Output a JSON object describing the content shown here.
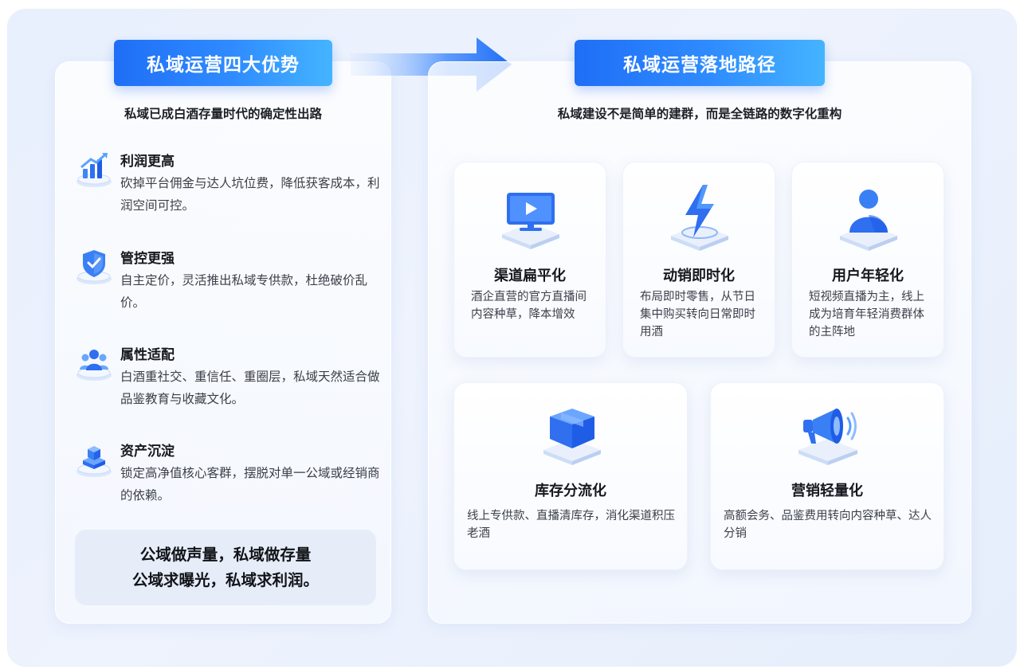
{
  "left": {
    "tag": "私域运营四大优势",
    "subtitle": "私域已成白酒存量时代的确定性出路",
    "advantages": [
      {
        "title": "利润更高",
        "desc": "砍掉平台佣金与达人坑位费，降低获客成本，利润空间可控。",
        "icon": "growth-chart-icon"
      },
      {
        "title": "管控更强",
        "desc": "自主定价，灵活推出私域专供款，杜绝破价乱价。",
        "icon": "shield-check-icon"
      },
      {
        "title": "属性适配",
        "desc": "白酒重社交、重信任、重圈层，私域天然适合做品鉴教育与收藏文化。",
        "icon": "user-group-icon"
      },
      {
        "title": "资产沉淀",
        "desc": "锁定高净值核心客群，摆脱对单一公域或经销商的依赖。",
        "icon": "stacked-blocks-icon"
      }
    ],
    "slogan": [
      "公域做声量，私域做存量",
      "公域求曝光，私域求利润。"
    ]
  },
  "right": {
    "tag": "私域运营落地路径",
    "subtitle": "私域建设不是简单的建群，而是全链路的数字化重构",
    "cards": [
      {
        "title": "渠道扁平化",
        "desc": "酒企直营的官方直播间内容种草，降本增效",
        "icon": "monitor-play-icon"
      },
      {
        "title": "动销即时化",
        "desc": "布局即时零售，从节日集中购买转向日常即时用酒",
        "icon": "lightning-icon"
      },
      {
        "title": "用户年轻化",
        "desc": "短视频直播为主，线上成为培育年轻消费群体的主阵地",
        "icon": "user-icon"
      },
      {
        "title": "库存分流化",
        "desc": "线上专供款、直播清库存，消化渠道积压老酒",
        "icon": "box-icon"
      },
      {
        "title": "营销轻量化",
        "desc": "高额会务、品鉴费用转向内容种草、达人分销",
        "icon": "megaphone-icon"
      }
    ]
  },
  "colors": {
    "accent": "#2f7cf6",
    "accent_light": "#45b4ff",
    "background": "#e8f0fd"
  }
}
